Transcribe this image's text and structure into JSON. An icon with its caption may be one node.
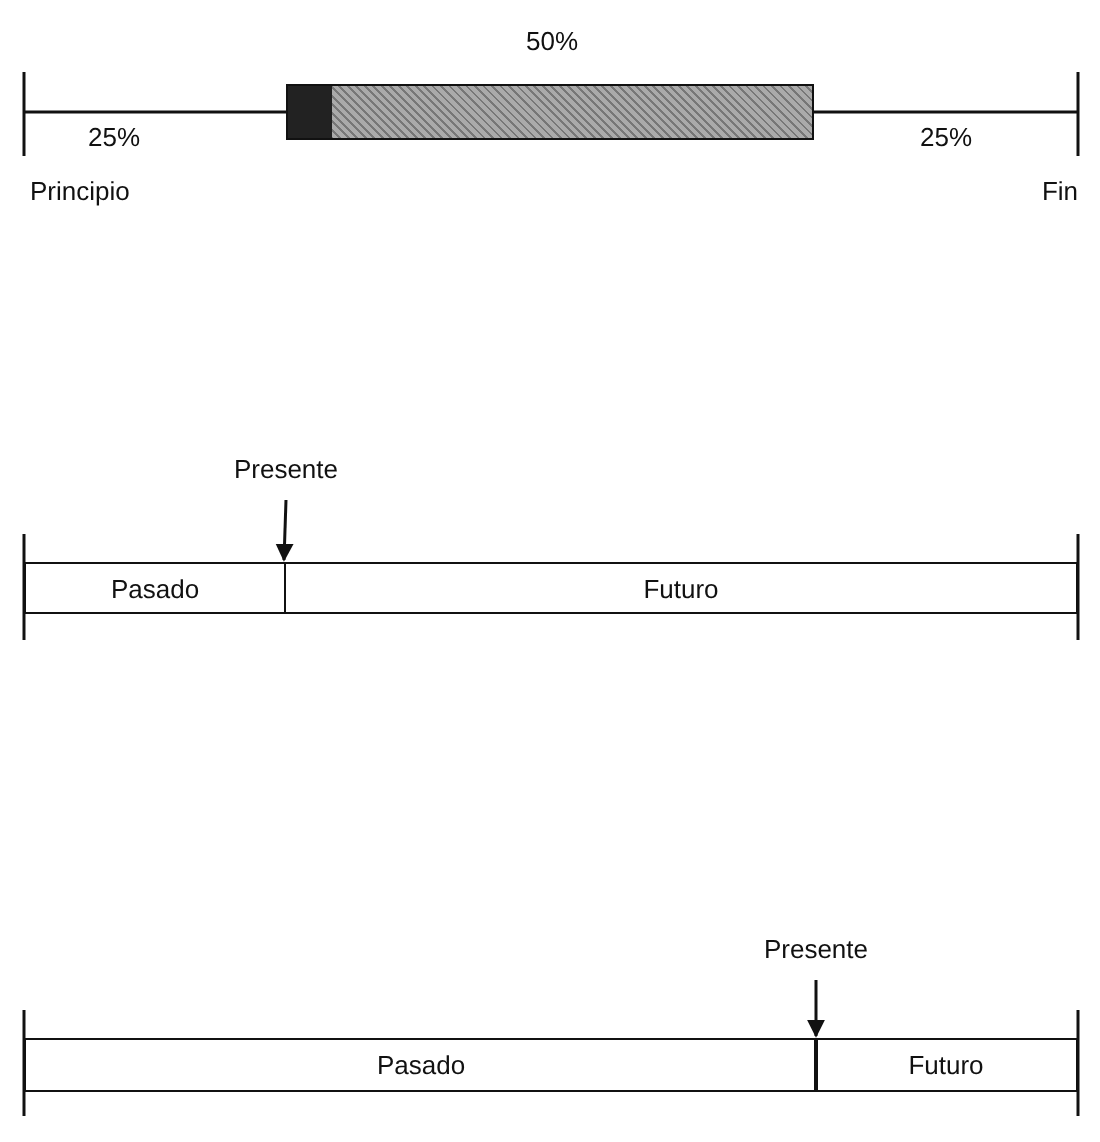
{
  "diagram": {
    "nodes": [
      {
        "text": [],
        "shape": "bar"
      },
      {
        "text": [
          "Presente"
        ]
      },
      {
        "text": [
          "Pasado"
        ]
      },
      {
        "text": [
          "Futuro"
        ]
      },
      {
        "text": [
          "Presente"
        ]
      },
      {
        "text": [
          "Pasado"
        ]
      },
      {
        "text": [
          "Futuro"
        ]
      }
    ],
    "edges": [
      {
        "from": 1,
        "to": 2,
        "arrow": "to"
      },
      {
        "from": 4,
        "to": 6,
        "arrow": "to"
      }
    ],
    "labels": [
      "50%",
      "25%",
      "25%",
      "Principio",
      "Fin"
    ]
  }
}
